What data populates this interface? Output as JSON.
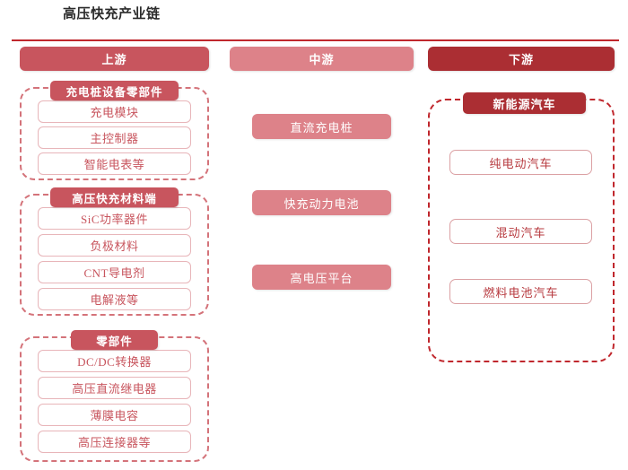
{
  "title": "高压快充产业链",
  "colors": {
    "rule": "#c0272d",
    "upstream": "#c8555e",
    "midstream": "#dd8289",
    "downstream": "#ab2e33",
    "item_border": "#e8b5b9",
    "item_text": "#c8555e",
    "down_item_text": "#b73a3f"
  },
  "stages": {
    "upstream": {
      "label": "上游",
      "groups": [
        {
          "title": "充电桩设备零部件",
          "items": [
            "充电模块",
            "主控制器",
            "智能电表等"
          ]
        },
        {
          "title": "高压快充材料端",
          "items": [
            "SiC功率器件",
            "负极材料",
            "CNT导电剂",
            "电解液等"
          ]
        },
        {
          "title": "零部件",
          "items": [
            "DC/DC转换器",
            "高压直流继电器",
            "薄膜电容",
            "高压连接器等"
          ]
        }
      ]
    },
    "midstream": {
      "label": "中游",
      "items": [
        "直流充电桩",
        "快充动力电池",
        "高电压平台"
      ]
    },
    "downstream": {
      "label": "下游",
      "group": {
        "title": "新能源汽车",
        "items": [
          "纯电动汽车",
          "混动汽车",
          "燃料电池汽车"
        ]
      }
    }
  }
}
